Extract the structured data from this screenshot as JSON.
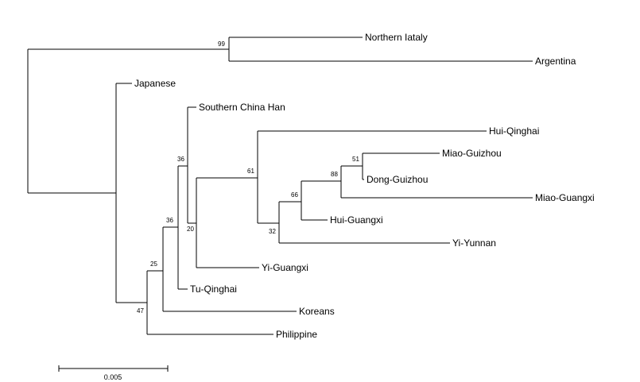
{
  "taxa": {
    "northern_italy": "Northern Iataly",
    "argentina": "Argentina",
    "japanese": "Japanese",
    "southern_china_han": "Southern China Han",
    "hui_qinghai": "Hui-Qinghai",
    "miao_guizhou": "Miao-Guizhou",
    "dong_guizhou": "Dong-Guizhou",
    "miao_guangxi": "Miao-Guangxi",
    "hui_guangxi": "Hui-Guangxi",
    "yi_yunnan": "Yi-Yunnan",
    "yi_guangxi": "Yi-Guangxi",
    "tu_qinghai": "Tu-Qinghai",
    "koreans": "Koreans",
    "philippine": "Philippine"
  },
  "bootstrap": {
    "n99": "99",
    "n36a": "36",
    "n61": "61",
    "n51": "51",
    "n88": "88",
    "n66": "66",
    "n32": "32",
    "n20": "20",
    "n36b": "36",
    "n25": "25",
    "n47": "47"
  },
  "scale_bar": {
    "label": "0.005"
  }
}
